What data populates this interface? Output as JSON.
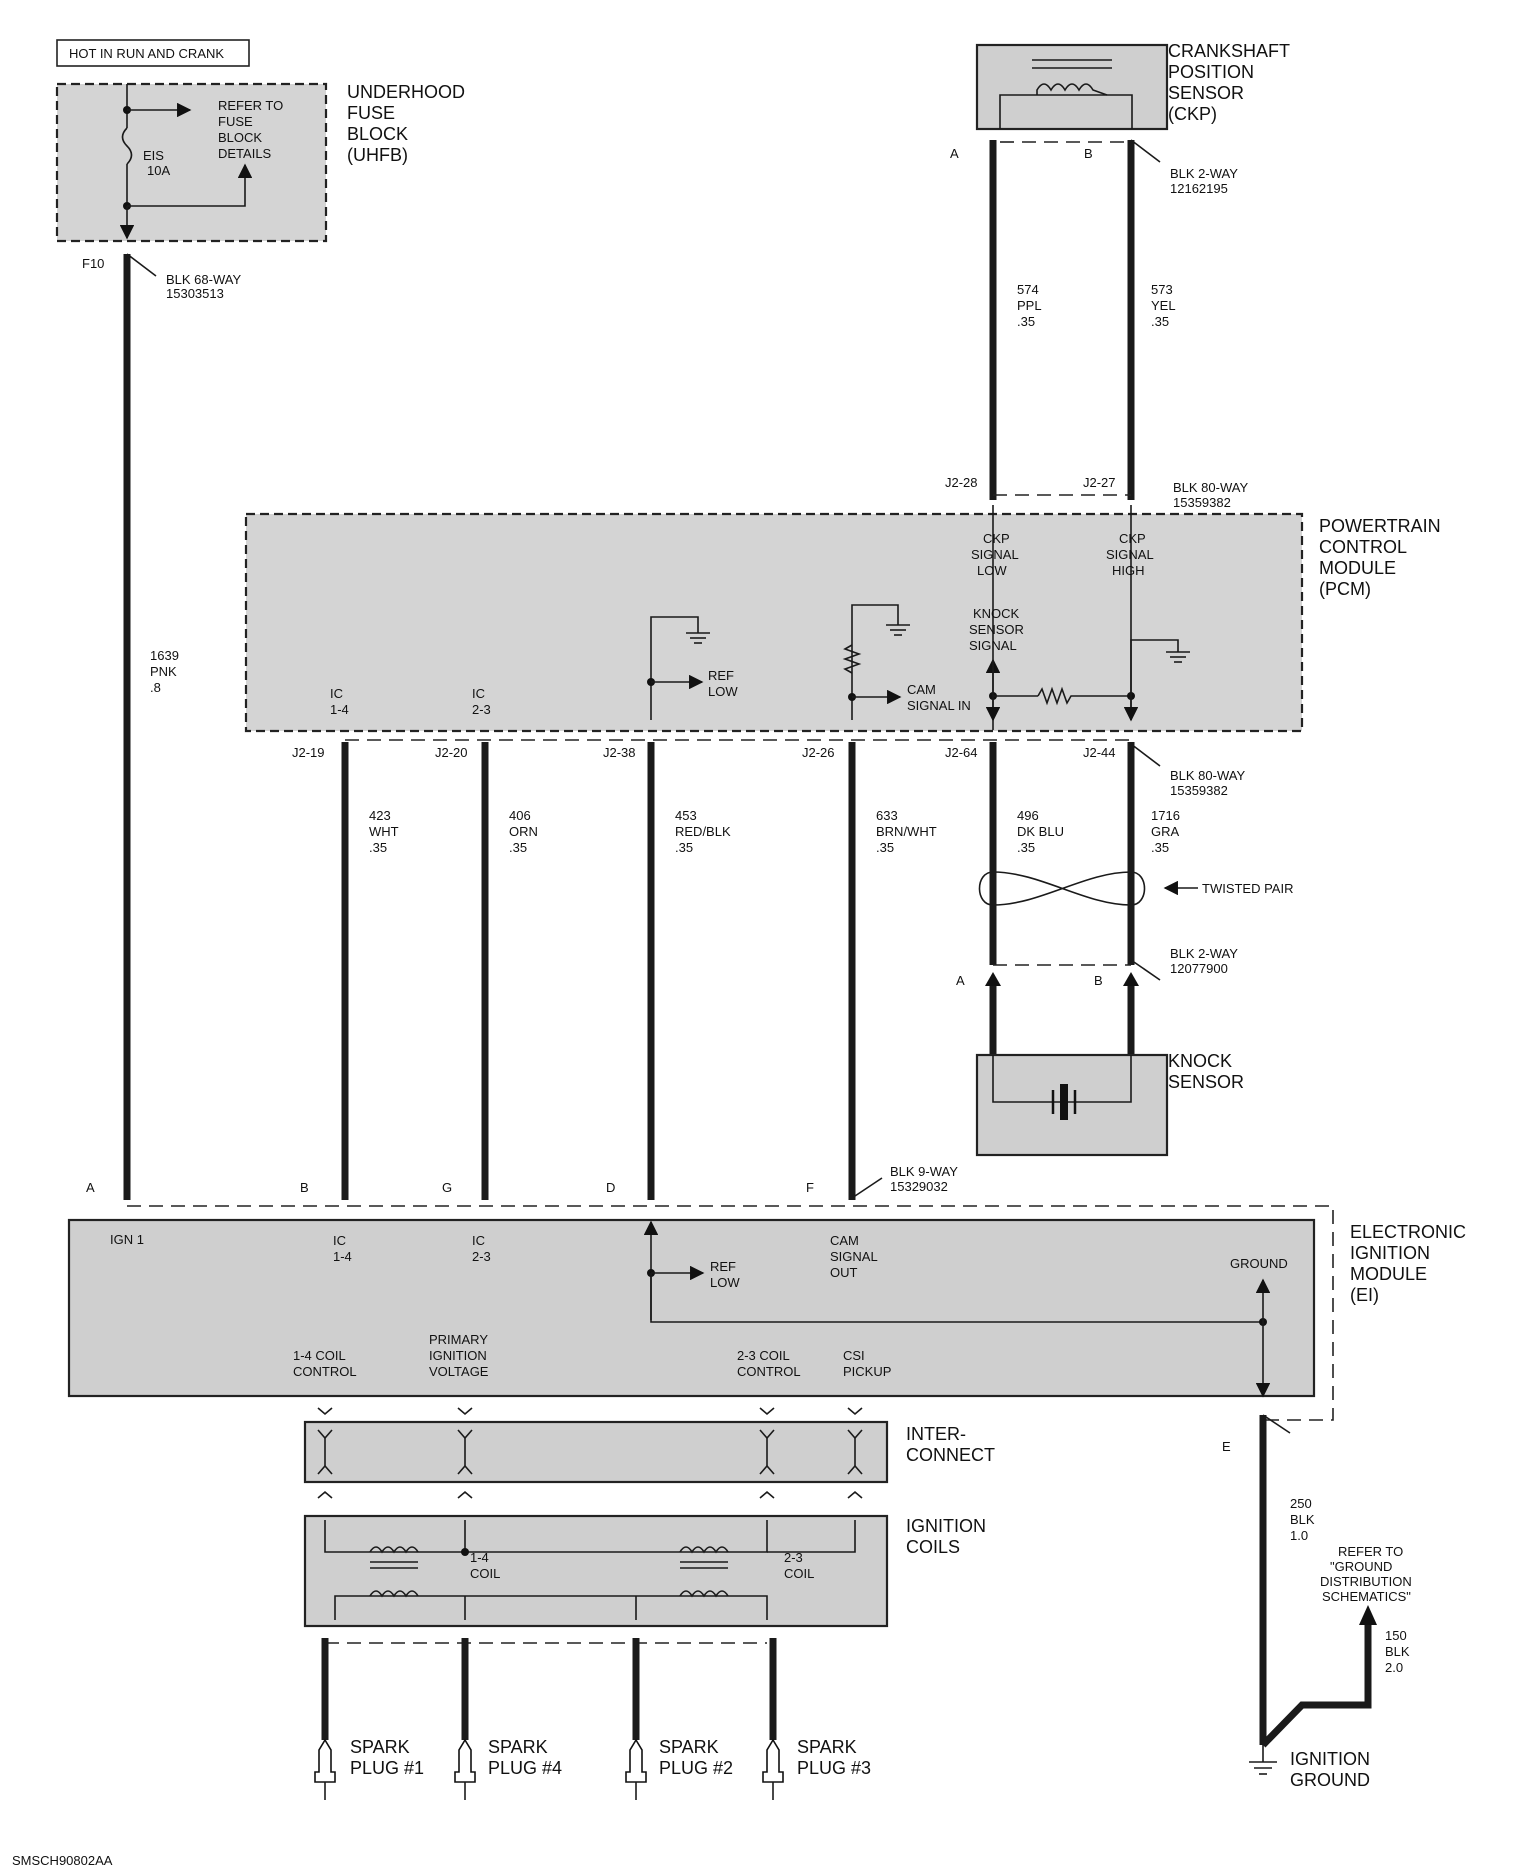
{
  "hot_label": "HOT IN RUN AND CRANK",
  "uhfb": {
    "title": [
      "UNDERHOOD",
      "FUSE",
      "BLOCK",
      "(UHFB)"
    ],
    "refer": [
      "REFER TO",
      "FUSE",
      "BLOCK",
      "DETAILS"
    ],
    "fuse": [
      "EIS",
      "10A"
    ],
    "pin": "F10",
    "connector": [
      "BLK 68-WAY",
      "15303513"
    ]
  },
  "ckp": {
    "title": [
      "CRANKSHAFT",
      "POSITION",
      "SENSOR",
      "(CKP)"
    ],
    "pin_a": "A",
    "pin_b": "B",
    "connector": [
      "BLK 2-WAY",
      "12162195"
    ],
    "wire_574": [
      "574",
      "PPL",
      ".35"
    ],
    "wire_573": [
      "573",
      "YEL",
      ".35"
    ]
  },
  "pcm": {
    "title": [
      "POWERTRAIN",
      "CONTROL",
      "MODULE",
      "(PCM)"
    ],
    "top_pins": [
      "J2-28",
      "J2-27"
    ],
    "top_connector": [
      "BLK 80-WAY",
      "15359382"
    ],
    "ckp_low": [
      "CKP",
      "SIGNAL",
      "LOW"
    ],
    "ckp_high": [
      "CKP",
      "SIGNAL",
      "HIGH"
    ],
    "knock_signal": [
      "KNOCK",
      "SENSOR",
      "SIGNAL"
    ],
    "ic14": [
      "IC",
      "1-4"
    ],
    "ic23": [
      "IC",
      "2-3"
    ],
    "ref_low": [
      "REF",
      "LOW"
    ],
    "cam_in": [
      "CAM",
      "SIGNAL IN"
    ],
    "bottom_pins": [
      "J2-19",
      "J2-20",
      "J2-38",
      "J2-26",
      "J2-64",
      "J2-44"
    ],
    "bottom_connector": [
      "BLK 80-WAY",
      "15359382"
    ]
  },
  "wires": {
    "w1639": [
      "1639",
      "PNK",
      ".8"
    ],
    "w423": [
      "423",
      "WHT",
      ".35"
    ],
    "w406": [
      "406",
      "ORN",
      ".35"
    ],
    "w453": [
      "453",
      "RED/BLK",
      ".35"
    ],
    "w633": [
      "633",
      "BRN/WHT",
      ".35"
    ],
    "w496": [
      "496",
      "DK BLU",
      ".35"
    ],
    "w1716": [
      "1716",
      "GRA",
      ".35"
    ],
    "w250": [
      "250",
      "BLK",
      "1.0"
    ],
    "w150": [
      "150",
      "BLK",
      "2.0"
    ]
  },
  "twisted_pair": "TWISTED PAIR",
  "knock": {
    "title": [
      "KNOCK",
      "SENSOR"
    ],
    "pin_a": "A",
    "pin_b": "B",
    "connector": [
      "BLK 2-WAY",
      "12077900"
    ]
  },
  "ei": {
    "title": [
      "ELECTRONIC",
      "IGNITION",
      "MODULE",
      "(EI)"
    ],
    "pins": [
      "A",
      "B",
      "G",
      "D",
      "F"
    ],
    "pin_e": "E",
    "connector": [
      "BLK 9-WAY",
      "15329032"
    ],
    "ign1": "IGN 1",
    "ic14": [
      "IC",
      "1-4"
    ],
    "ic23": [
      "IC",
      "2-3"
    ],
    "ref_low": [
      "REF",
      "LOW"
    ],
    "cam_out": [
      "CAM",
      "SIGNAL",
      "OUT"
    ],
    "ground": "GROUND",
    "coil14": [
      "1-4 COIL",
      "CONTROL"
    ],
    "primary": [
      "PRIMARY",
      "IGNITION",
      "VOLTAGE"
    ],
    "coil23": [
      "2-3 COIL",
      "CONTROL"
    ],
    "csi": [
      "CSI",
      "PICKUP"
    ]
  },
  "interconnect": [
    "INTER-",
    "CONNECT"
  ],
  "coils": {
    "title": [
      "IGNITION",
      "COILS"
    ],
    "c14": [
      "1-4",
      "COIL"
    ],
    "c23": [
      "2-3",
      "COIL"
    ]
  },
  "plugs": [
    [
      "SPARK",
      "PLUG #1"
    ],
    [
      "SPARK",
      "PLUG #4"
    ],
    [
      "SPARK",
      "PLUG #2"
    ],
    [
      "SPARK",
      "PLUG #3"
    ]
  ],
  "ground_ref": [
    "REFER TO",
    "\"GROUND",
    "DISTRIBUTION",
    "SCHEMATICS\""
  ],
  "ignition_ground": [
    "IGNITION",
    "GROUND"
  ],
  "figure_id": "SMSCH90802AA"
}
